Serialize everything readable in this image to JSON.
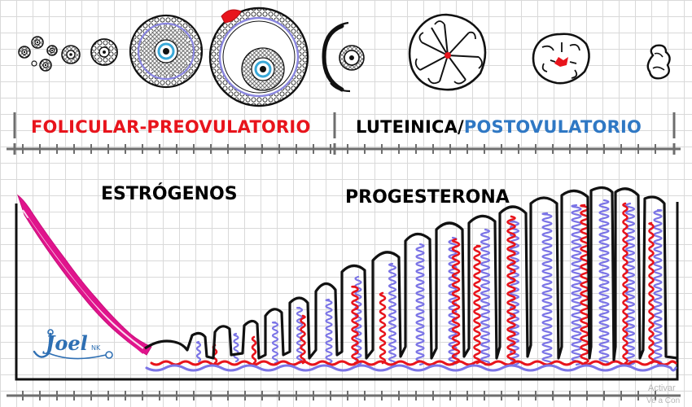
{
  "phases": {
    "follicular": {
      "text": "FOLICULAR-PREOVULATORIO",
      "color": "#e8141c"
    },
    "luteal_black": {
      "text": "LUTEINICA/",
      "color": "#000000"
    },
    "luteal_blue": {
      "text": "POSTOVULATORIO",
      "color": "#2f78c4"
    }
  },
  "hormones": {
    "estrogen": "ESTRÓGENOS",
    "progesterone": "PROGESTERONA"
  },
  "logo": {
    "main": "Joel",
    "suffix": "NK"
  },
  "watermark": {
    "line1": "Activar",
    "line2": "Ve a Con"
  },
  "colors": {
    "red": "#e8141c",
    "blue": "#7b74e6",
    "magenta": "#e0148c",
    "black": "#000000",
    "ring_purple": "#8a86e0",
    "nucleus_blue": "#3aa8d8",
    "logo_blue": "#2e6fb3"
  }
}
